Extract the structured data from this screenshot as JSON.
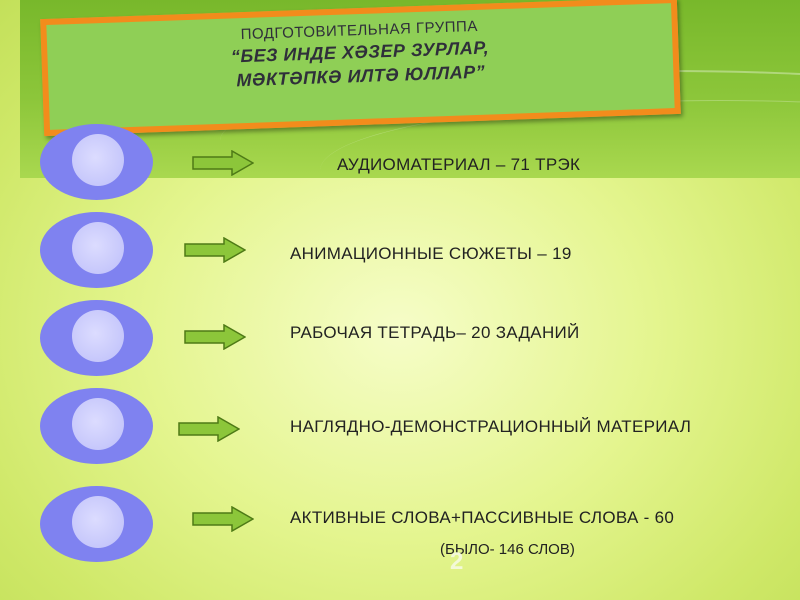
{
  "title": {
    "line1": "ПОДГОТОВИТЕЛЬНАЯ ГРУППА",
    "line2": "“БЕЗ ИНДЕ ХӘЗЕР ЗУРЛАР,",
    "line3": "МӘКТӘПКӘ ИЛТӘ ЮЛЛАР”"
  },
  "items": [
    {
      "label": "АУДИОМАТЕРИАЛ – 71 ТРЭК"
    },
    {
      "label": "АНИМАЦИОННЫЕ СЮЖЕТЫ – 19"
    },
    {
      "label": "РАБОЧАЯ ТЕТРАДЬ– 20 ЗАДАНИЙ"
    },
    {
      "label": "НАГЛЯДНО-ДЕМОНСТРАЦИОННЫЙ МАТЕРИАЛ"
    },
    {
      "label": "АКТИВНЫЕ СЛОВА+ПАССИВНЫЕ СЛОВА - 60"
    }
  ],
  "note": "(БЫЛО- 146 СЛОВ)",
  "slide_number": "2",
  "colors": {
    "circle": "#7f82f0",
    "arrow": "#8cc63a",
    "title_border": "#f28c1c",
    "title_fill": "#8fcf56"
  }
}
